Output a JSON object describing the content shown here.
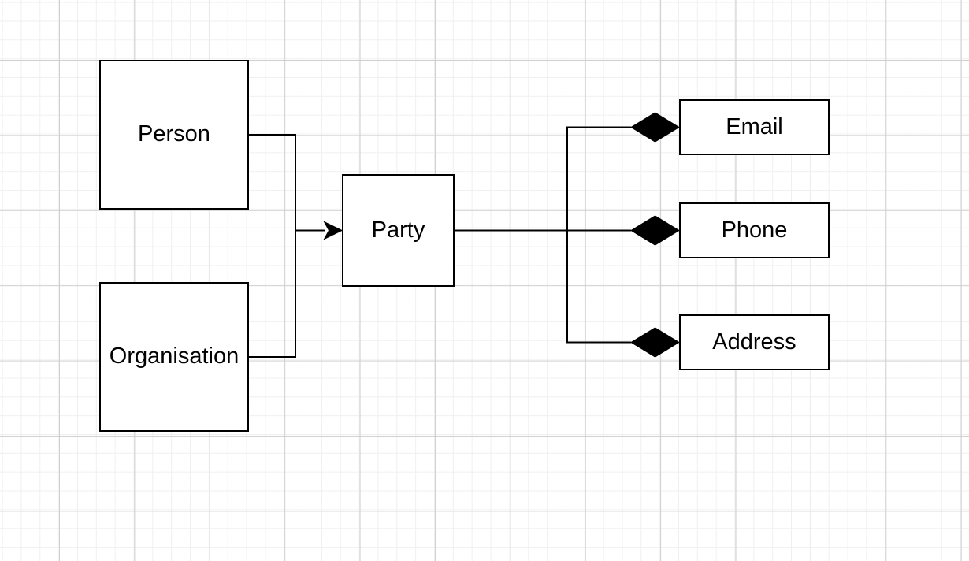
{
  "canvas": {
    "type": "diagram-grid-canvas",
    "background": "#ffffff",
    "grid_minor_color": "#f0f0f0",
    "grid_major_color": "#cfcfcf"
  },
  "style": {
    "node_fill": "#ffffff",
    "node_stroke": "#000000",
    "edge_stroke": "#000000",
    "text_color": "#000000"
  },
  "diagram": {
    "nodes": [
      {
        "id": "person",
        "label": "Person",
        "shape": "square"
      },
      {
        "id": "organisation",
        "label": "Organisation",
        "shape": "square"
      },
      {
        "id": "party",
        "label": "Party",
        "shape": "square"
      },
      {
        "id": "email",
        "label": "Email",
        "shape": "rectangle"
      },
      {
        "id": "phone",
        "label": "Phone",
        "shape": "rectangle"
      },
      {
        "id": "address",
        "label": "Address",
        "shape": "rectangle"
      }
    ],
    "edges": [
      {
        "from": "person",
        "to": "party",
        "marker_end": "arrow"
      },
      {
        "from": "organisation",
        "to": "party",
        "marker_end": "arrow"
      },
      {
        "from": "party",
        "to": "email",
        "marker_end": "filled-diamond"
      },
      {
        "from": "party",
        "to": "phone",
        "marker_end": "filled-diamond"
      },
      {
        "from": "party",
        "to": "address",
        "marker_end": "filled-diamond"
      }
    ]
  }
}
